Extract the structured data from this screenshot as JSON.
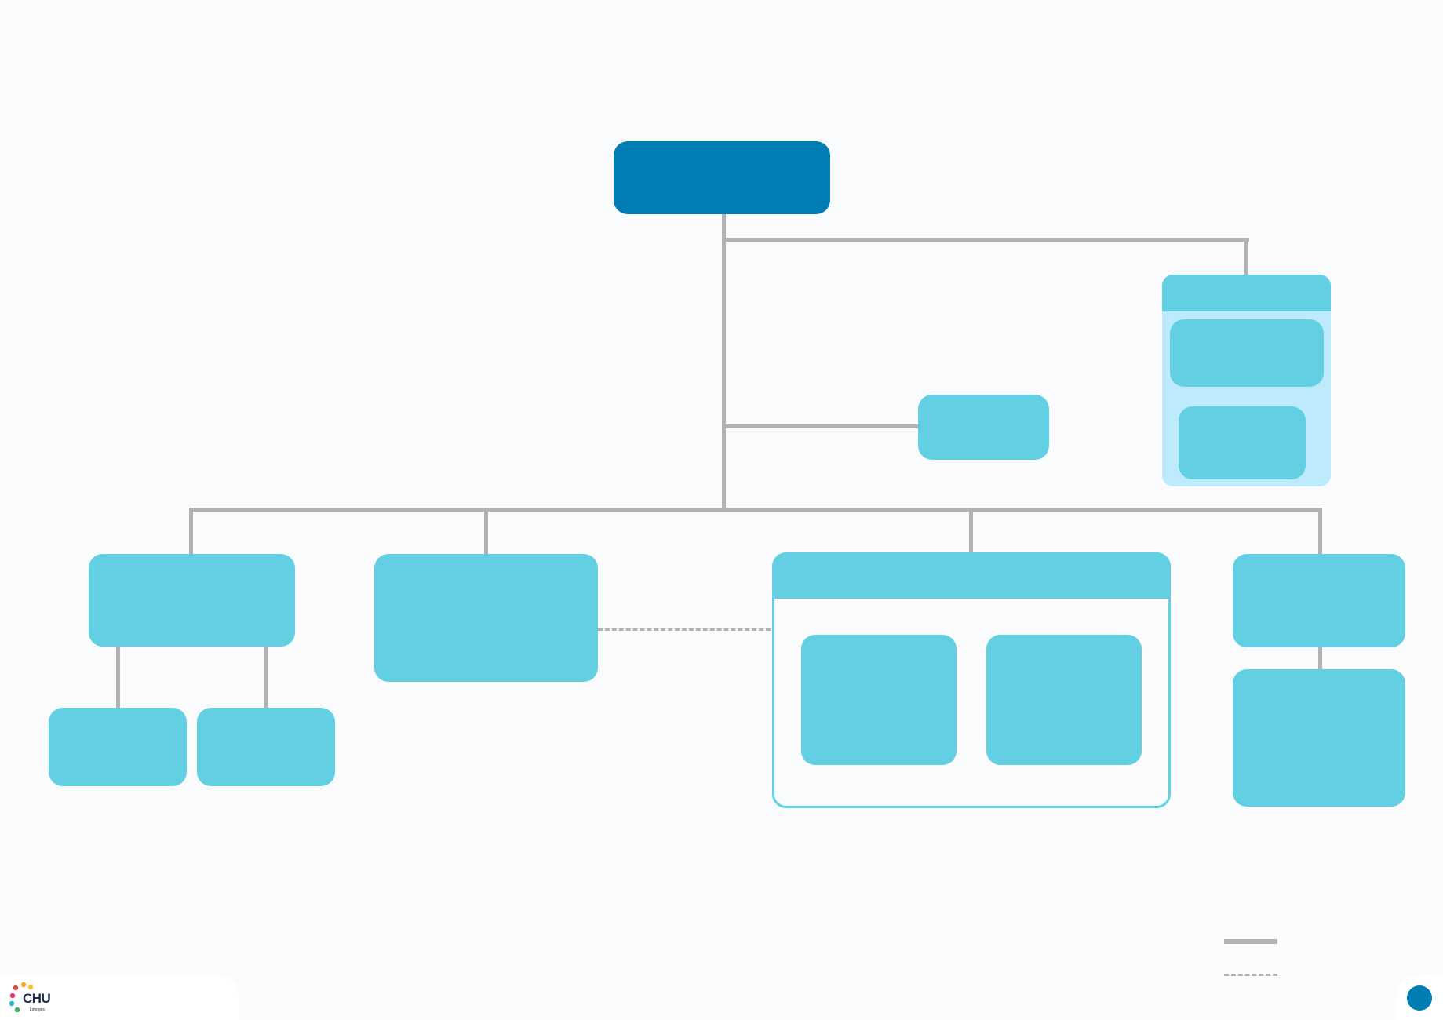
{
  "colors": {
    "background": "#f9fbfd",
    "dark_node": "#007db2",
    "light_node": "#63cfe2",
    "panel_fill": "#bdebfb",
    "connector": "#b1b2b4"
  },
  "logo": {
    "icon": "chu-limoges-logo",
    "text": "CHU",
    "subtext": "Limoges"
  },
  "legend": {
    "solid_label": "",
    "dashed_label": ""
  },
  "page_number": ""
}
